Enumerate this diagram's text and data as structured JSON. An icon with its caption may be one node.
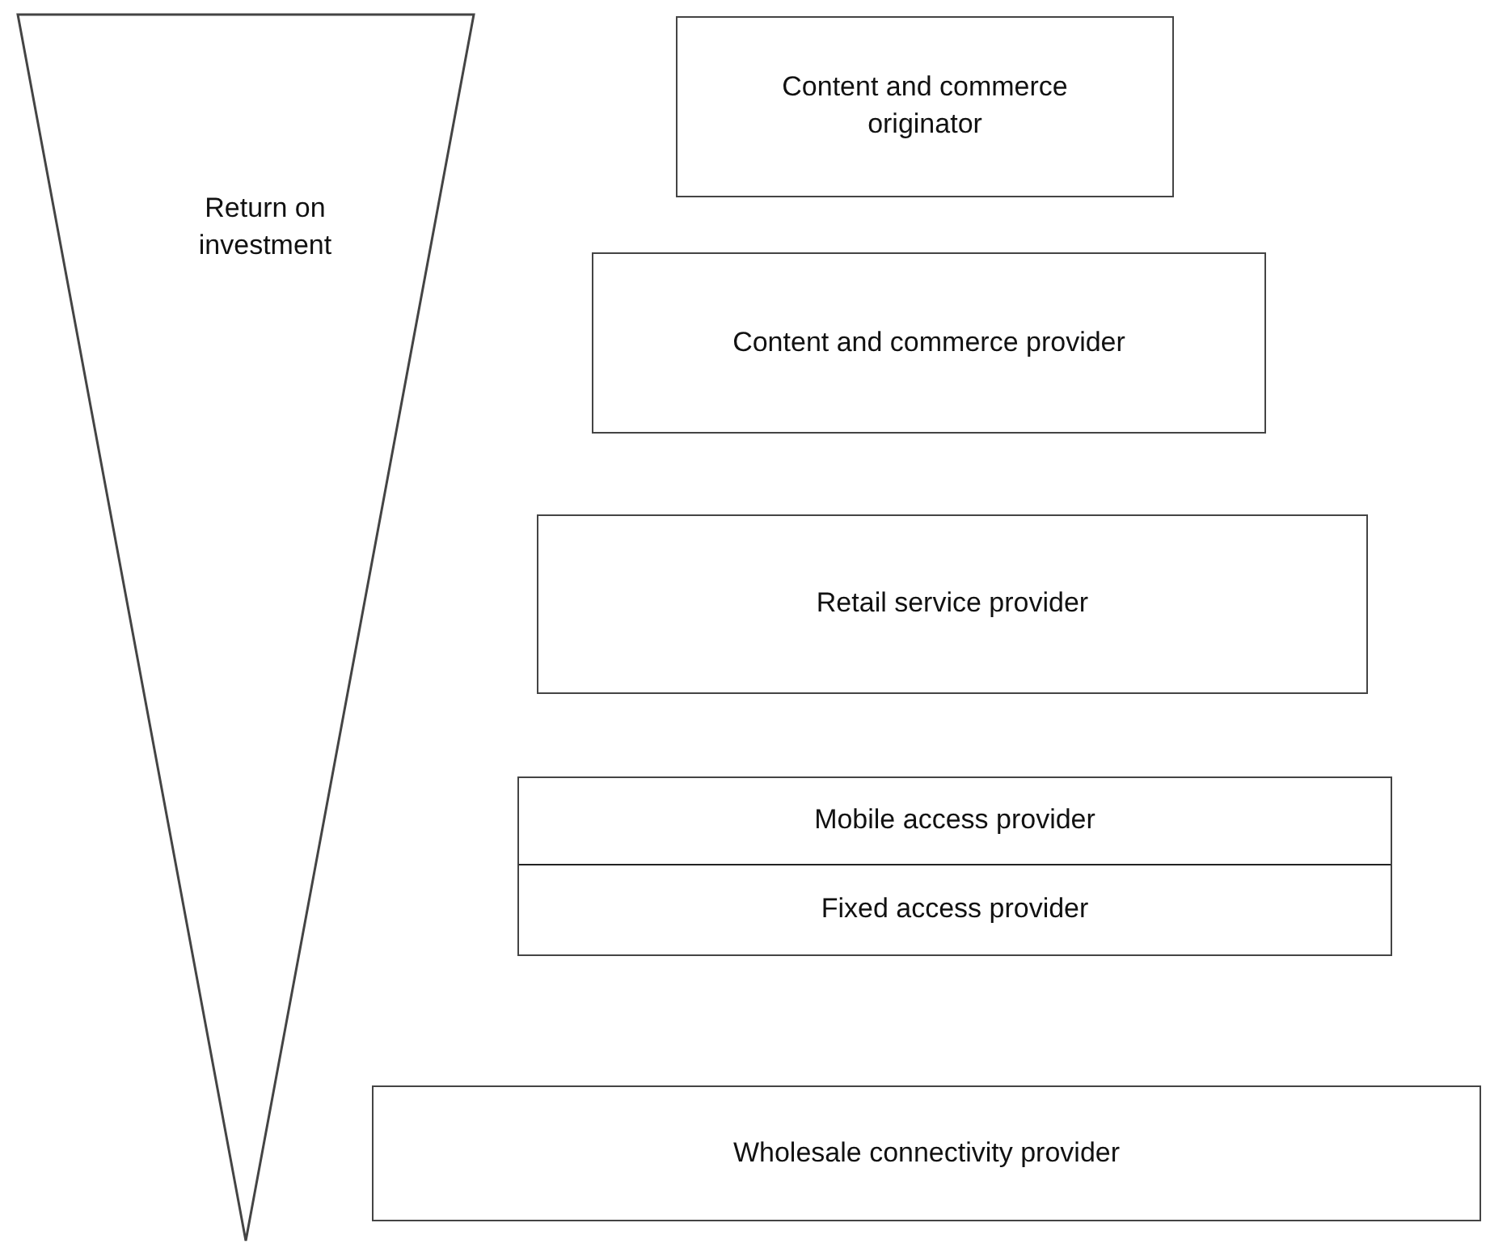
{
  "diagram": {
    "nodes": [
      {
        "text": [
          "Return on investment"
        ]
      },
      {
        "text": [
          "Content and commerce originator"
        ]
      },
      {
        "text": [
          "Content and commerce provider"
        ]
      },
      {
        "text": [
          "Retail service provider"
        ]
      },
      {
        "text": [
          "Mobile access provider"
        ]
      },
      {
        "text": [
          "Fixed access provider"
        ]
      },
      {
        "text": [
          "Wholesale connectivity provider"
        ]
      }
    ]
  }
}
